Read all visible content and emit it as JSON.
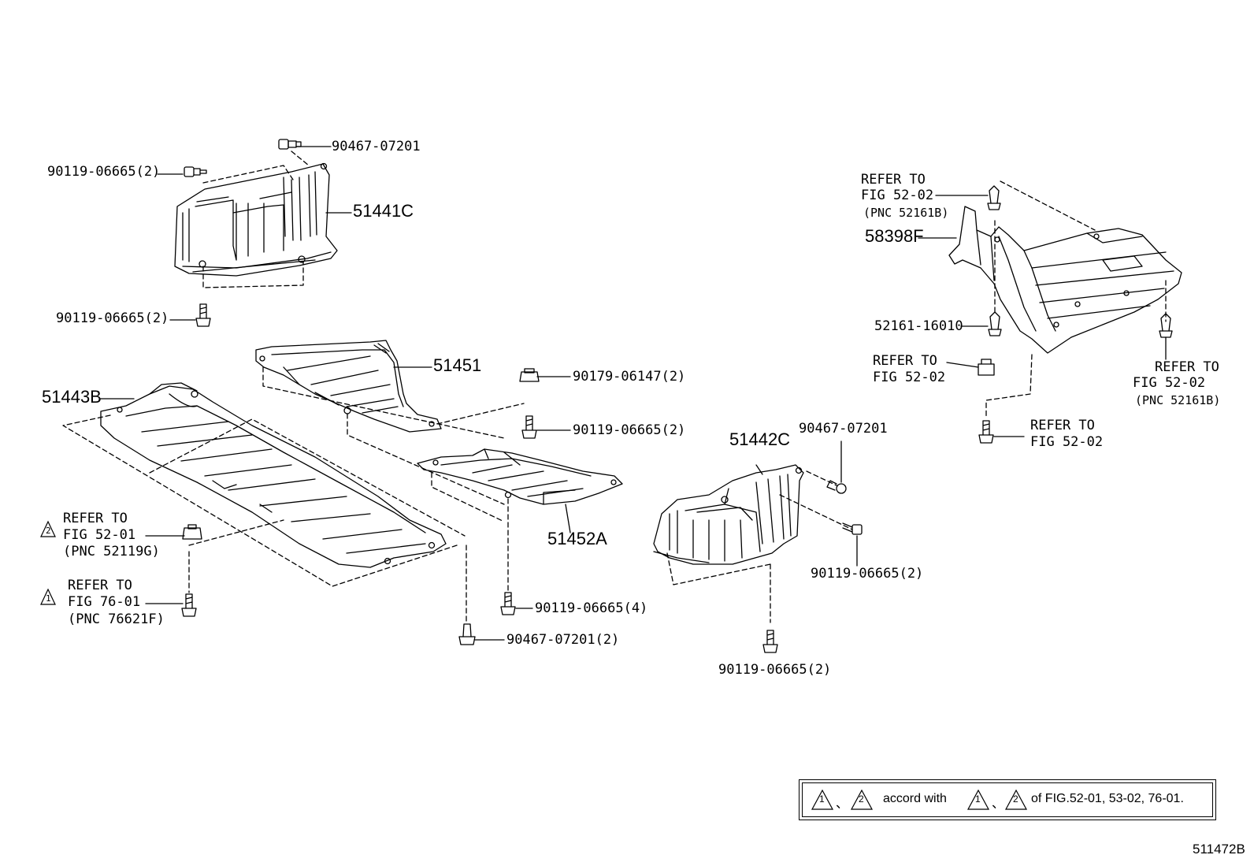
{
  "callouts": {
    "c1": "90119-06665(2)",
    "c2": "90467-07201",
    "c3": "51441C",
    "c4": "90119-06665(2)",
    "c5": "51451",
    "c6": "90179-06147(2)",
    "c7": "51443B",
    "c8": "90119-06665(2)",
    "c9": "51452A",
    "c10": "90119-06665(4)",
    "c11": "90467-07201(2)",
    "c12": "51442C",
    "c13": "90467-07201",
    "c14": "90119-06665(2)",
    "c15": "90119-06665(2)",
    "c16": "58398F",
    "c17": "52161-16010"
  },
  "refer_notes": {
    "r1": {
      "l1": "REFER TO",
      "l2": "FIG 52-01",
      "l3": "(PNC 52119G)",
      "mark": "2"
    },
    "r2": {
      "l1": "REFER TO",
      "l2": "FIG 76-01",
      "l3": "(PNC 76621F)",
      "mark": "1"
    },
    "r3": {
      "l1": "REFER TO",
      "l2": "FIG 52-02",
      "l3": "(PNC 52161B)"
    },
    "r4": {
      "l1": "REFER TO",
      "l2": "FIG 52-02"
    },
    "r5": {
      "l1": "REFER TO",
      "l2": "FIG 52-02",
      "l3": "(PNC 52161B)"
    },
    "r6": {
      "l1": "REFER TO",
      "l2": "FIG 52-02"
    }
  },
  "legend": {
    "mark1": "1",
    "mark2": "2",
    "sep1": "、",
    "text1": "accord with",
    "mark3": "1",
    "mark4": "2",
    "sep2": "、",
    "text2": "of FIG.52-01, 53-02, 76-01."
  },
  "figure_id": "511472B"
}
